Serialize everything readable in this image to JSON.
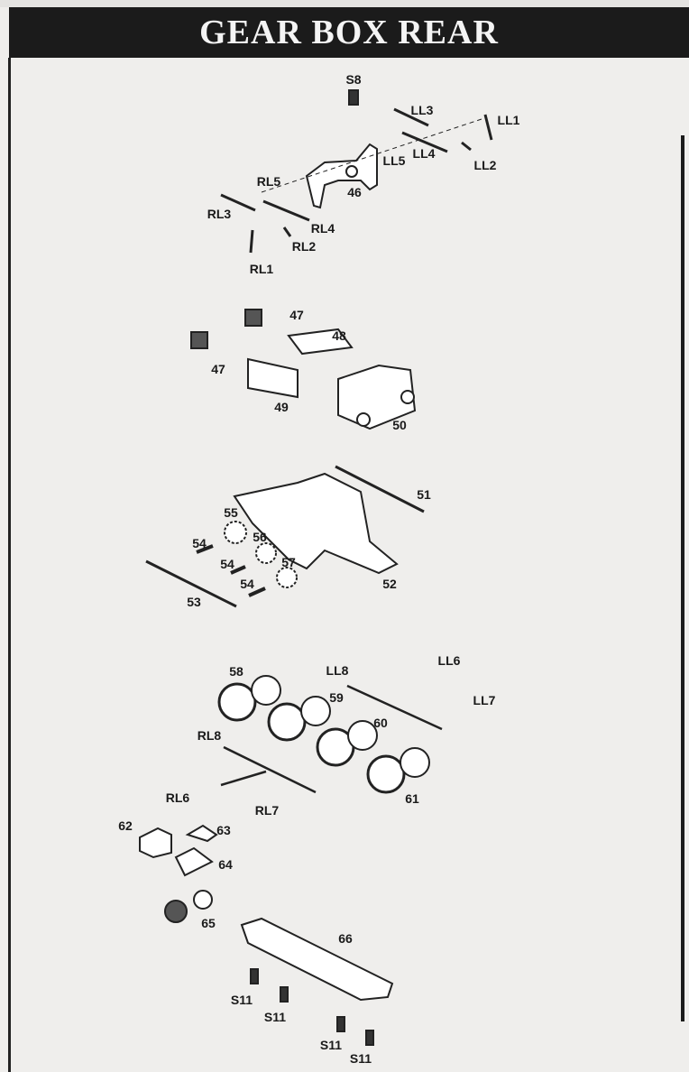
{
  "title": "GEAR BOX REAR",
  "labels": {
    "s8": "S8",
    "ll3": "LL3",
    "ll1": "LL1",
    "ll5": "LL5",
    "ll4": "LL4",
    "ll2": "LL2",
    "rl5": "RL5",
    "p46": "46",
    "rl3": "RL3",
    "rl4": "RL4",
    "rl2": "RL2",
    "rl1": "RL1",
    "p47a": "47",
    "p48": "48",
    "p47b": "47",
    "p49": "49",
    "p50": "50",
    "p51": "51",
    "p55": "55",
    "p56": "56",
    "p54a": "54",
    "p57": "57",
    "p54b": "54",
    "p54c": "54",
    "p52": "52",
    "p53": "53",
    "ll8": "LL8",
    "ll6": "LL6",
    "p58": "58",
    "p59": "59",
    "ll7": "LL7",
    "p60": "60",
    "rl8": "RL8",
    "rl6": "RL6",
    "p61": "61",
    "rl7": "RL7",
    "p62": "62",
    "p63": "63",
    "p64": "64",
    "p65": "65",
    "p66": "66",
    "s11a": "S11",
    "s11b": "S11",
    "s11c": "S11",
    "s11d": "S11"
  }
}
